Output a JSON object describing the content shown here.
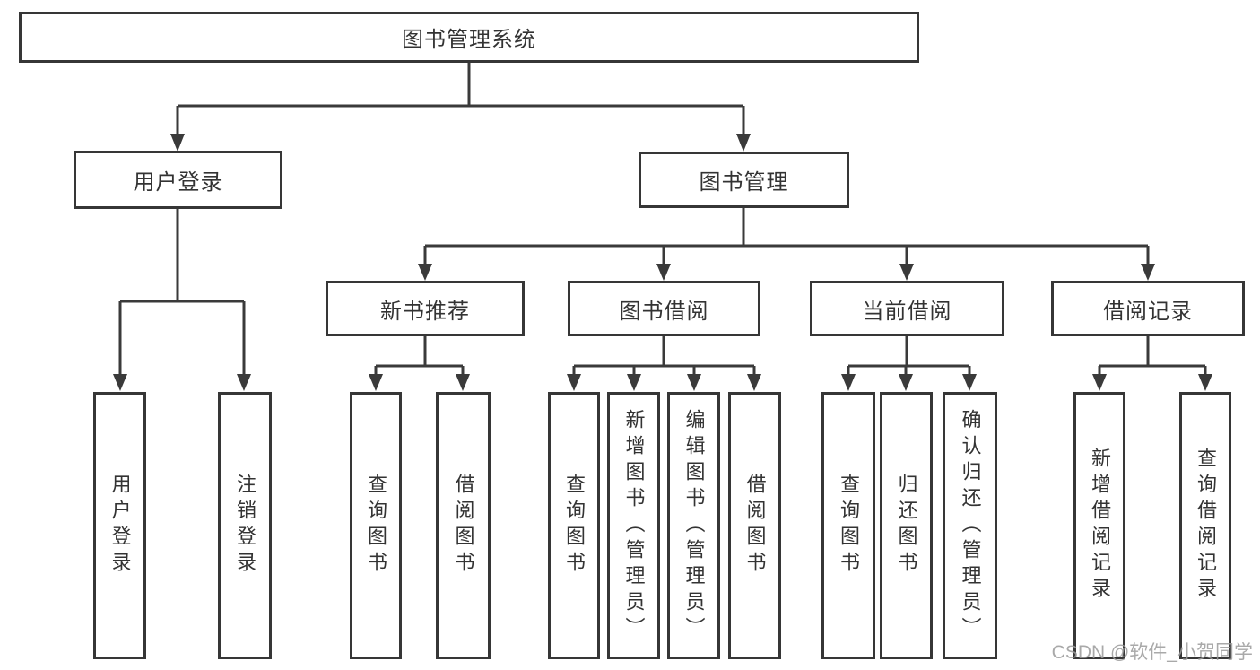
{
  "colors": {
    "line": "#3a3a3a",
    "box_border": "#363636",
    "text": "#333333",
    "watermark": "#9b9b9b"
  },
  "tree": {
    "root": {
      "label": "图书管理系统"
    },
    "branches": [
      {
        "label": "用户登录",
        "children": [
          {
            "label": "用户登录"
          },
          {
            "label": "注销登录"
          }
        ]
      },
      {
        "label": "图书管理",
        "children": [
          {
            "label": "新书推荐",
            "children": [
              {
                "label": "查询图书"
              },
              {
                "label": "借阅图书"
              }
            ]
          },
          {
            "label": "图书借阅",
            "children": [
              {
                "label": "查询图书"
              },
              {
                "label": "新增图书（管理员）"
              },
              {
                "label": "编辑图书（管理员）"
              },
              {
                "label": "借阅图书"
              }
            ]
          },
          {
            "label": "当前借阅",
            "children": [
              {
                "label": "查询图书"
              },
              {
                "label": "归还图书"
              },
              {
                "label": "确认归还（管理员）"
              }
            ]
          },
          {
            "label": "借阅记录",
            "children": [
              {
                "label": "新增借阅记录"
              },
              {
                "label": "查询借阅记录"
              }
            ]
          }
        ]
      }
    ]
  },
  "watermark": {
    "text": "CSDN @软件_小贺同学"
  }
}
